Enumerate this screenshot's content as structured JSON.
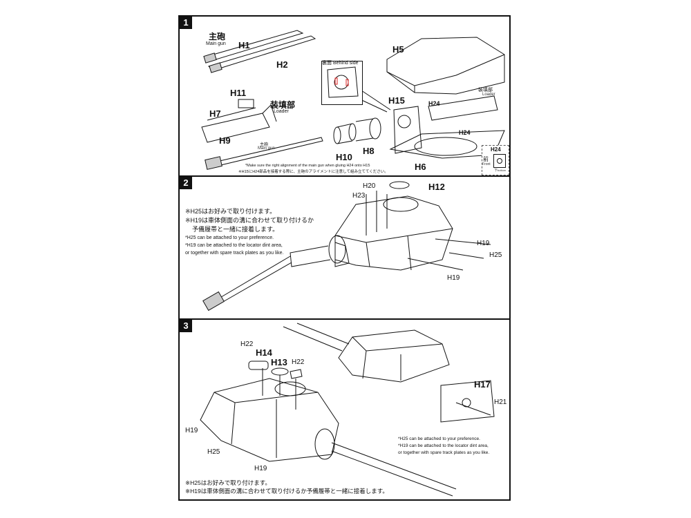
{
  "steps": [
    {
      "number": "1",
      "labels": {
        "main_gun_jp": "主砲",
        "main_gun_en": "Main gun",
        "h1": "H1",
        "h2": "H2",
        "h11": "H11",
        "loader_jp": "装填部",
        "loader_en": "Loader",
        "h7": "H7",
        "h9": "H9",
        "main_gun2_jp": "主砲",
        "main_gun2_en": "Main gun",
        "h10": "H10",
        "h8": "H8",
        "h15": "H15",
        "h5": "H5",
        "h24a": "H24",
        "h24b": "H24",
        "loader2_jp": "装填部",
        "loader2_en": "Loader",
        "h6": "H6"
      },
      "inset_title": "裏面 Behind side",
      "orientation_box": {
        "part": "H24",
        "front_jp": "前",
        "front_en": "Front",
        "bottom_jp": "下",
        "bottom_en": "bottom"
      },
      "notes": [
        "*Make sure the right alignment of the main gun when gluing H24 onto H15",
        "※H15にH24部品を接着する際に、主砲のアライメントに注意して組み立ててください。"
      ]
    },
    {
      "number": "2",
      "labels": {
        "h20": "H20",
        "h12": "H12",
        "h23": "H23",
        "h19a": "H19",
        "h25": "H25",
        "h19b": "H19"
      },
      "notes_jp": [
        "※H25はお好みで取り付けます。",
        "※H19は車体側面の溝に合わせて取り付けるか",
        "予備履帯と一緒に接着します。"
      ],
      "notes_en": [
        "*H25 can be attached to your preference.",
        "*H19 can be attached to the locator dint area,",
        "or together with spare track plates as you like."
      ]
    },
    {
      "number": "3",
      "labels": {
        "h22a": "H22",
        "h14": "H14",
        "h13": "H13",
        "h22b": "H22",
        "h19a": "H19",
        "h25": "H25",
        "h19b": "H19",
        "h17": "H17",
        "h21": "H21"
      },
      "notes_en": [
        "*H25 can be attached to your preference.",
        "*H19 can be attached to the locator dint area,",
        "or together with spare track plates as you like."
      ],
      "notes_jp": [
        "※H25はお好みで取り付けます。",
        "※H19は車体側面の溝に合わせて取り付けるか予備履帯と一緒に接着します。"
      ]
    }
  ]
}
